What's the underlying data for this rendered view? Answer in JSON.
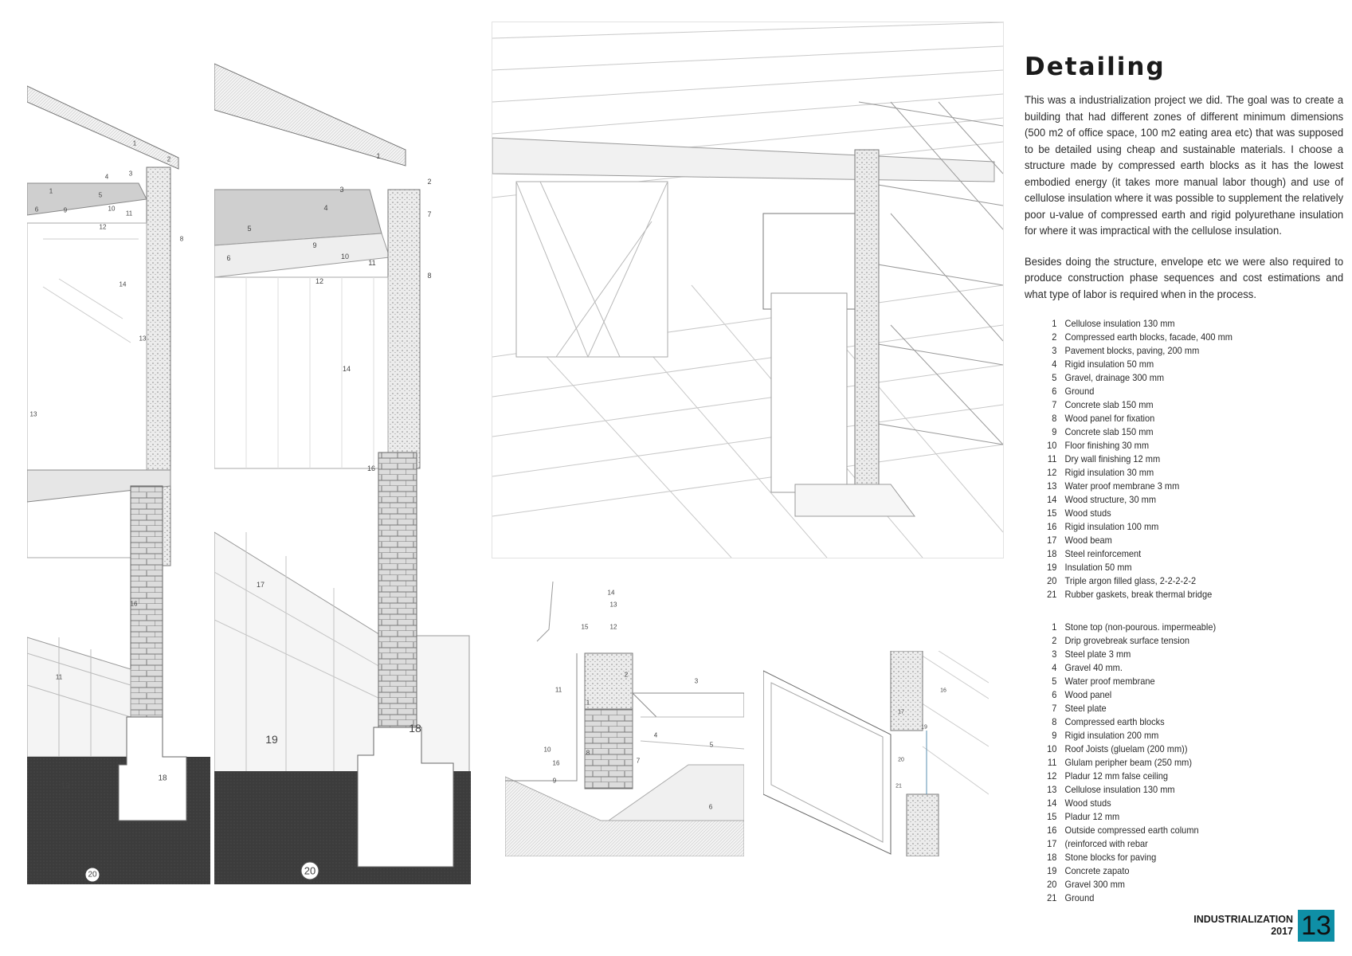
{
  "title": "Detailing",
  "paragraphs": [
    "This was a industrialization project we did. The goal was to create a building that had different zones of different minimum dimensions (500 m2 of office space, 100 m2 eating area etc) that was supposed to be detailed using cheap and sustainable materials. I choose a structure made by compressed earth blocks as it has the lowest embodied energy (it takes more manual labor though) and use of cellulose insulation where it was possible to supplement the relatively poor u-value of compressed earth and rigid polyurethane insulation for where it was impractical with the cellulose insulation.",
    "Besides doing the structure, envelope etc we were also required to produce construction phase sequences and cost estimations and what type of labor is required when in the process."
  ],
  "legend_a": [
    {
      "n": "1",
      "t": "Cellulose insulation 130 mm"
    },
    {
      "n": "2",
      "t": "Compressed earth blocks, facade, 400 mm"
    },
    {
      "n": "3",
      "t": "Pavement blocks, paving, 200 mm"
    },
    {
      "n": "4",
      "t": "Rigid insulation 50 mm"
    },
    {
      "n": "5",
      "t": "Gravel, drainage 300 mm"
    },
    {
      "n": "6",
      "t": "Ground"
    },
    {
      "n": "7",
      "t": "Concrete slab 150 mm"
    },
    {
      "n": "8",
      "t": "Wood panel for fixation"
    },
    {
      "n": "9",
      "t": "Concrete slab 150 mm"
    },
    {
      "n": "10",
      "t": "Floor finishing 30 mm"
    },
    {
      "n": "11",
      "t": "Dry wall finishing 12 mm"
    },
    {
      "n": "12",
      "t": "Rigid insulation 30 mm"
    },
    {
      "n": "13",
      "t": "Water proof membrane 3 mm"
    },
    {
      "n": "14",
      "t": "Wood structure, 30 mm"
    },
    {
      "n": "15",
      "t": "Wood studs"
    },
    {
      "n": "16",
      "t": "Rigid insulation 100 mm"
    },
    {
      "n": "17",
      "t": "Wood beam"
    },
    {
      "n": "18",
      "t": "Steel reinforcement"
    },
    {
      "n": "19",
      "t": "Insulation 50 mm"
    },
    {
      "n": "20",
      "t": "Triple argon filled glass, 2-2-2-2-2"
    },
    {
      "n": "21",
      "t": "Rubber gaskets, break thermal bridge"
    }
  ],
  "legend_b": [
    {
      "n": "1",
      "t": "Stone top (non-pourous. impermeable)"
    },
    {
      "n": "2",
      "t": "Drip grovebreak surface tension"
    },
    {
      "n": "3",
      "t": "Steel plate 3 mm"
    },
    {
      "n": "4",
      "t": "Gravel 40 mm."
    },
    {
      "n": "5",
      "t": "Water proof membrane"
    },
    {
      "n": "6",
      "t": "Wood panel"
    },
    {
      "n": "7",
      "t": "Steel plate"
    },
    {
      "n": "8",
      "t": "Compressed earth blocks"
    },
    {
      "n": "9",
      "t": "Rigid insulation 200 mm"
    },
    {
      "n": "10",
      "t": "Roof Joists (gluelam (200 mm))"
    },
    {
      "n": "11",
      "t": "Glulam peripher beam (250 mm)"
    },
    {
      "n": "12",
      "t": "Pladur 12 mm false ceiling"
    },
    {
      "n": "13",
      "t": "Cellulose insulation 130 mm"
    },
    {
      "n": "14",
      "t": "Wood studs"
    },
    {
      "n": "15",
      "t": "Pladur 12 mm"
    },
    {
      "n": "16",
      "t": "Outside compressed earth column"
    },
    {
      "n": "17",
      "t": "(reinforced with rebar"
    },
    {
      "n": "18",
      "t": "Stone blocks for paving"
    },
    {
      "n": "19",
      "t": "Concrete zapato"
    },
    {
      "n": "20",
      "t": "Gravel 300 mm"
    },
    {
      "n": "21",
      "t": "Ground"
    }
  ],
  "footer": {
    "project": "INDUSTRIALIZATION",
    "year": "2017",
    "page": "13"
  },
  "diagrams": {
    "panel1_callouts": [
      "1",
      "2",
      "3",
      "4",
      "1",
      "5",
      "6",
      "9",
      "10",
      "11",
      "12",
      "14",
      "13",
      "8",
      "13",
      "16",
      "11",
      "19",
      "18",
      "20"
    ],
    "panel2_callouts": [
      "1",
      "2",
      "3",
      "4",
      "5",
      "6",
      "7",
      "8",
      "9",
      "10",
      "11",
      "12",
      "14",
      "16",
      "17",
      "19",
      "18",
      "20"
    ],
    "panel4_callouts": [
      "14",
      "13",
      "15",
      "12",
      "11",
      "2",
      "3",
      "1",
      "4",
      "5",
      "10",
      "16",
      "8",
      "9",
      "7",
      "6"
    ],
    "panel5_callouts": [
      "16",
      "17",
      "19",
      "20",
      "21"
    ]
  },
  "colors": {
    "accent": "#0f8fa6",
    "ground_dark": "#3c3c3c",
    "line": "#8a8a8a"
  }
}
